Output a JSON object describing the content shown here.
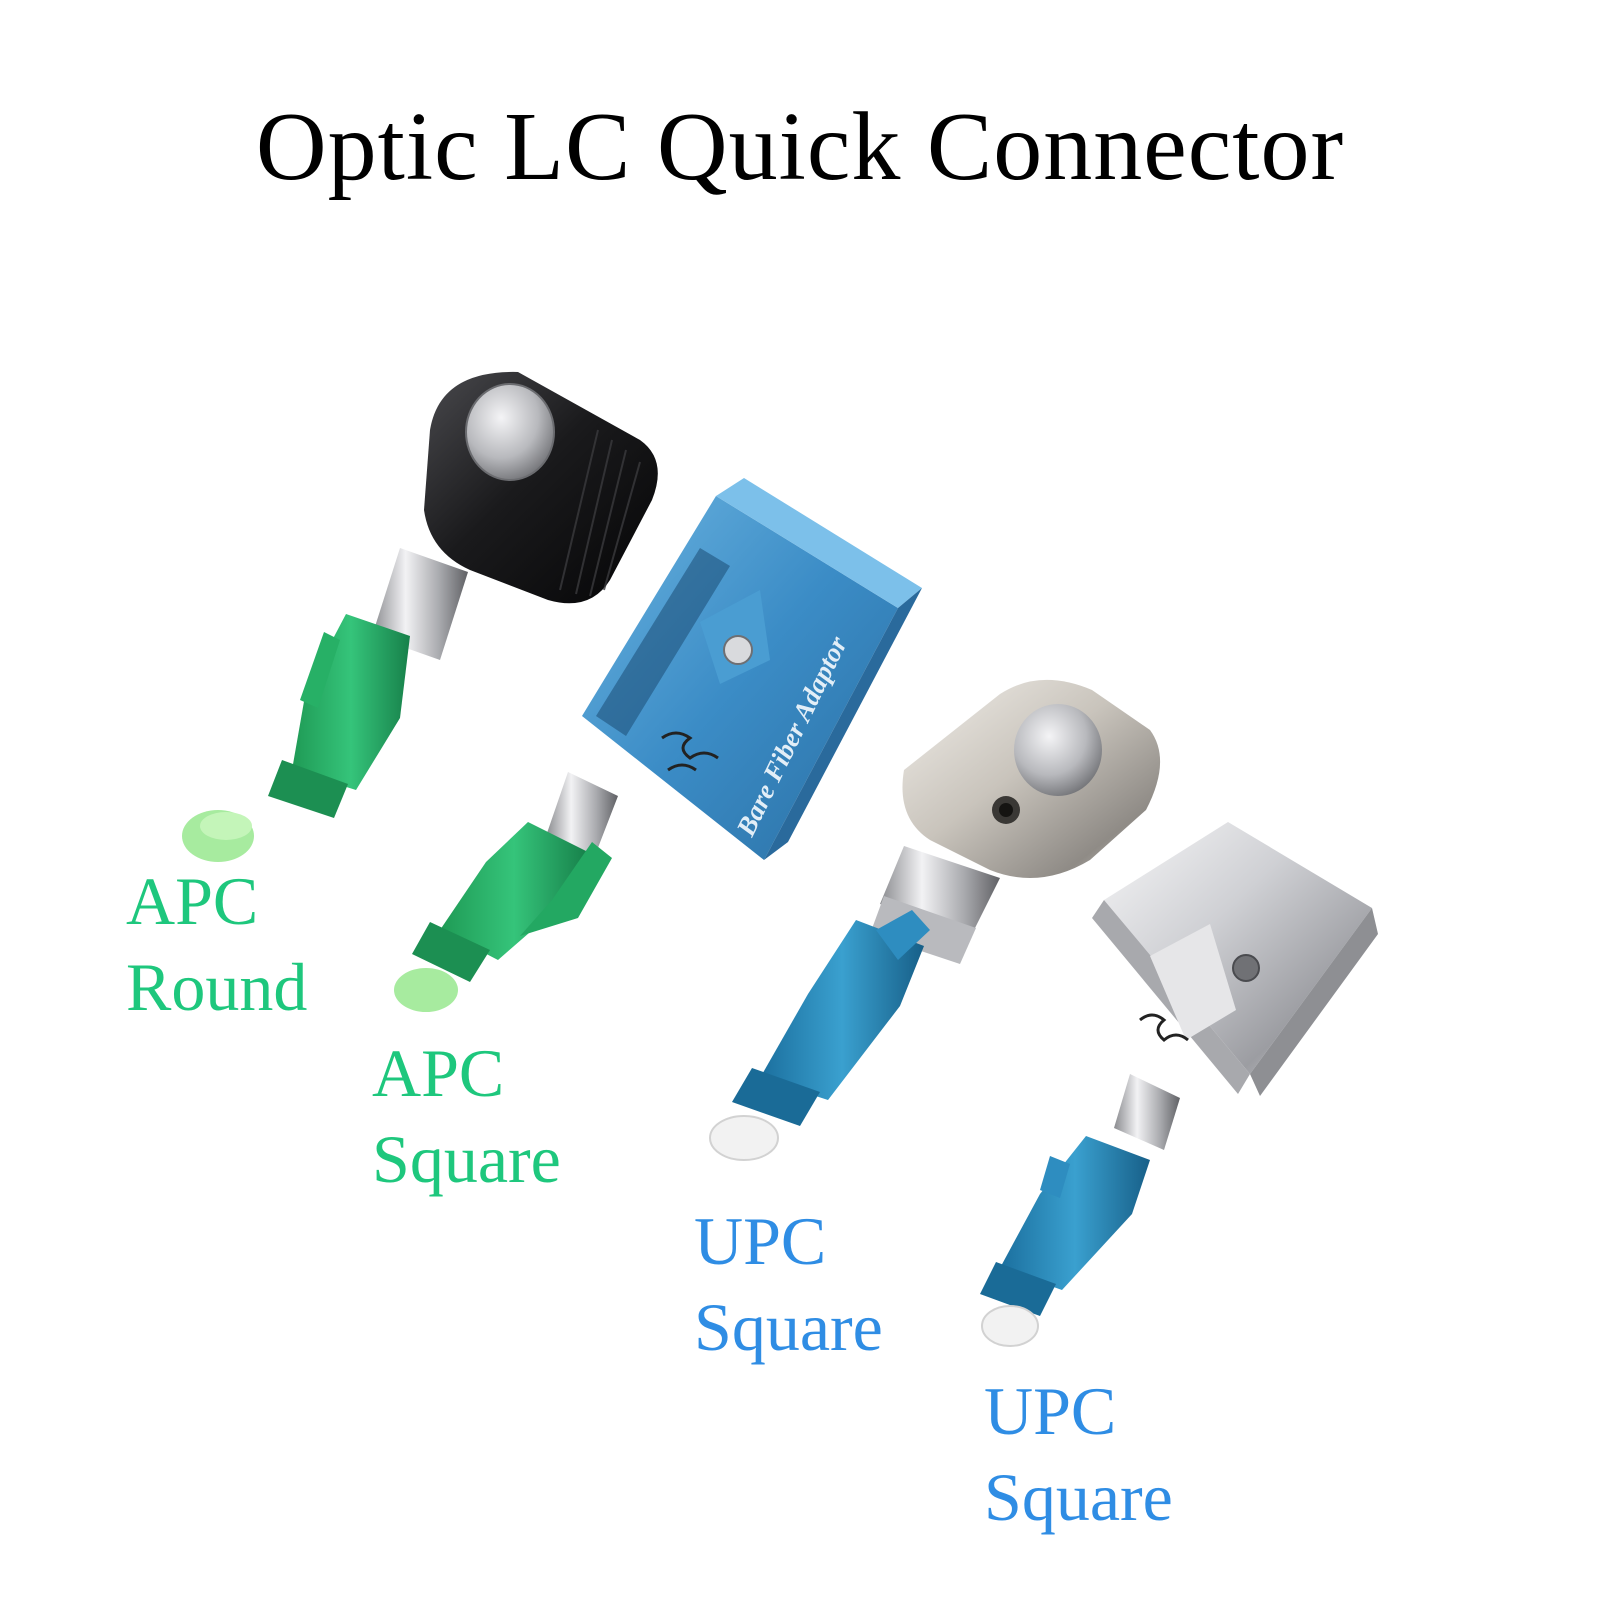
{
  "title": "Optic LC Quick Connector",
  "engraving": "Bare Fiber Adaptor",
  "colors": {
    "apc_green": "#1ec77d",
    "upc_blue": "#2f8de4",
    "blue_housing": "#3c8fc8",
    "black_housing": "#1e1e20",
    "chrome": "#cfd0d4"
  },
  "connectors": [
    {
      "line1": "APC",
      "line2": "Round",
      "housing": "black round"
    },
    {
      "line1": "APC",
      "line2": "Square",
      "housing": "blue square"
    },
    {
      "line1": "UPC",
      "line2": "Square",
      "housing": "chrome round"
    },
    {
      "line1": "UPC",
      "line2": "Square",
      "housing": "chrome square"
    }
  ]
}
